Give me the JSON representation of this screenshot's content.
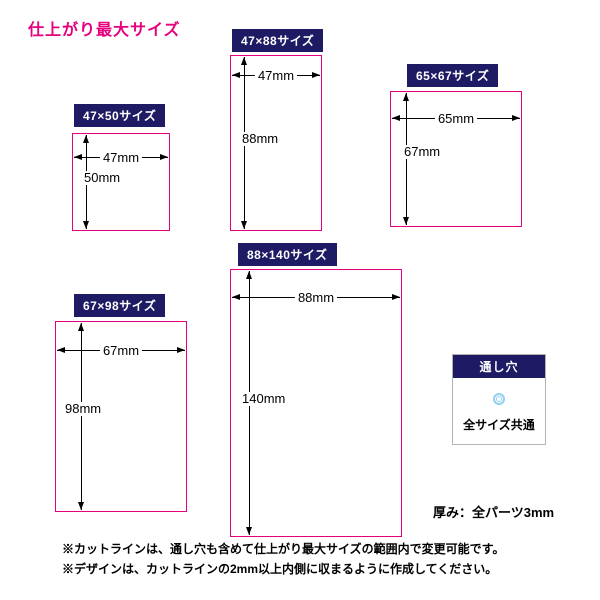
{
  "title": "仕上がり最大サイズ",
  "boxes": [
    {
      "label": "47×50サイズ",
      "width_mm": 47,
      "height_mm": 50,
      "width_label": "47mm",
      "height_label": "50mm"
    },
    {
      "label": "47×88サイズ",
      "width_mm": 47,
      "height_mm": 88,
      "width_label": "47mm",
      "height_label": "88mm"
    },
    {
      "label": "65×67サイズ",
      "width_mm": 65,
      "height_mm": 67,
      "width_label": "65mm",
      "height_label": "67mm"
    },
    {
      "label": "67×98サイズ",
      "width_mm": 67,
      "height_mm": 98,
      "width_label": "67mm",
      "height_label": "98mm"
    },
    {
      "label": "88×140サイズ",
      "width_mm": 88,
      "height_mm": 140,
      "width_label": "88mm",
      "height_label": "140mm"
    }
  ],
  "hole": {
    "label": "通し穴",
    "note": "全サイズ共通"
  },
  "thickness_note": "厚み：全パーツ3mm",
  "footnotes": [
    "※カットラインは、通し穴も含めて仕上がり最大サイズの範囲内で変更可能です。",
    "※デザインは、カットラインの2mm以上内側に収まるように作成してください。"
  ],
  "colors": {
    "accent_magenta": "#e6007e",
    "label_navy": "#1e1a63",
    "hole_blue": "#8fd0f0",
    "border_gray": "#b3b3b3"
  }
}
